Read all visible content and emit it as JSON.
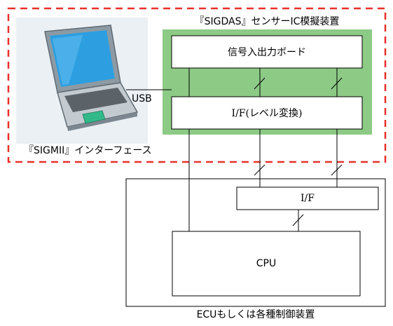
{
  "labels": {
    "sensor_device_title": "『SIGDAS』センサーIC模擬装置",
    "signal_board": "信号入出力ボード",
    "level_converter": "I/F(レベル変換)",
    "usb_connection": "USB",
    "sigmii_interface": "『SIGMII』インターフェース",
    "ecu_interface": "I/F",
    "cpu": "CPU",
    "ecu_caption": "ECUもしくは各種制御装置"
  },
  "colors": {
    "dashed_border": "#e8312a",
    "green_fill": "#8cca85",
    "laptop_bg": "#eaf0f4",
    "laptop_body": "#8e9aa3",
    "laptop_screen": "#2d9fe0",
    "trackpad": "#33b88a"
  },
  "icons": {
    "laptop": "laptop-illustration-icon"
  }
}
